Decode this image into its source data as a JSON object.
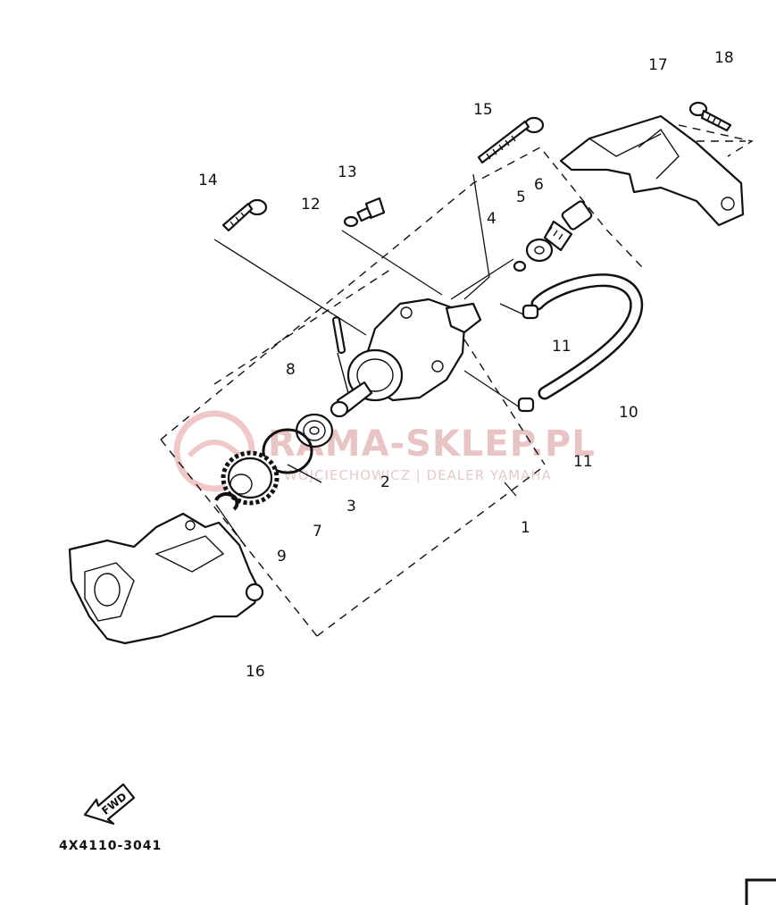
{
  "diagram": {
    "part_code": "4X4110-3041",
    "fwd_label": "FWD",
    "watermark": {
      "brand": "RAMA-SKLEP.PL",
      "tagline": "WOJCIECHOWICZ | DEALER YAMAHA"
    },
    "callouts": [
      {
        "id": "c1",
        "text": "1"
      },
      {
        "id": "c2",
        "text": "2"
      },
      {
        "id": "c3",
        "text": "3"
      },
      {
        "id": "c4",
        "text": "4"
      },
      {
        "id": "c5",
        "text": "5"
      },
      {
        "id": "c6",
        "text": "6"
      },
      {
        "id": "c7",
        "text": "7"
      },
      {
        "id": "c8",
        "text": "8"
      },
      {
        "id": "c9",
        "text": "9"
      },
      {
        "id": "c10",
        "text": "10"
      },
      {
        "id": "c11a",
        "text": "11"
      },
      {
        "id": "c11b",
        "text": "11"
      },
      {
        "id": "c12",
        "text": "12"
      },
      {
        "id": "c13",
        "text": "13"
      },
      {
        "id": "c14",
        "text": "14"
      },
      {
        "id": "c15",
        "text": "15"
      },
      {
        "id": "c16",
        "text": "16"
      },
      {
        "id": "c17",
        "text": "17"
      },
      {
        "id": "c18",
        "text": "18"
      }
    ]
  }
}
